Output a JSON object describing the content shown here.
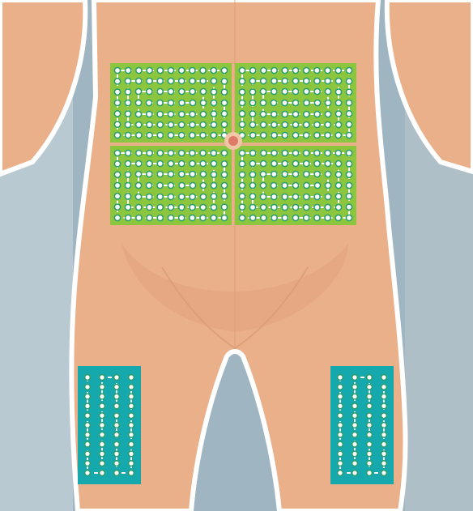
{
  "figure": {
    "subject": "human-torso-front-view",
    "colors": {
      "background": "#9fb6c2",
      "skin": "#eab089",
      "skin_shadow": "#d99a72",
      "outline": "#ffffff",
      "abdomen_zone": "#8cc63f",
      "thigh_zone": "#15a9ae",
      "dot_fill": "#ffffff",
      "dot_ring": "#2e9d6e",
      "path_dash": "#ffffff",
      "navel": "#e07a6a"
    }
  },
  "injection_sites": [
    {
      "name": "abdomen-upper-left-quadrant",
      "region": "abdomen",
      "pattern": "spiral"
    },
    {
      "name": "abdomen-upper-right-quadrant",
      "region": "abdomen",
      "pattern": "spiral"
    },
    {
      "name": "abdomen-lower-left-quadrant",
      "region": "abdomen",
      "pattern": "spiral"
    },
    {
      "name": "abdomen-lower-right-quadrant",
      "region": "abdomen",
      "pattern": "spiral"
    },
    {
      "name": "left-thigh",
      "region": "thigh",
      "pattern": "columns"
    },
    {
      "name": "right-thigh",
      "region": "thigh",
      "pattern": "columns"
    }
  ]
}
